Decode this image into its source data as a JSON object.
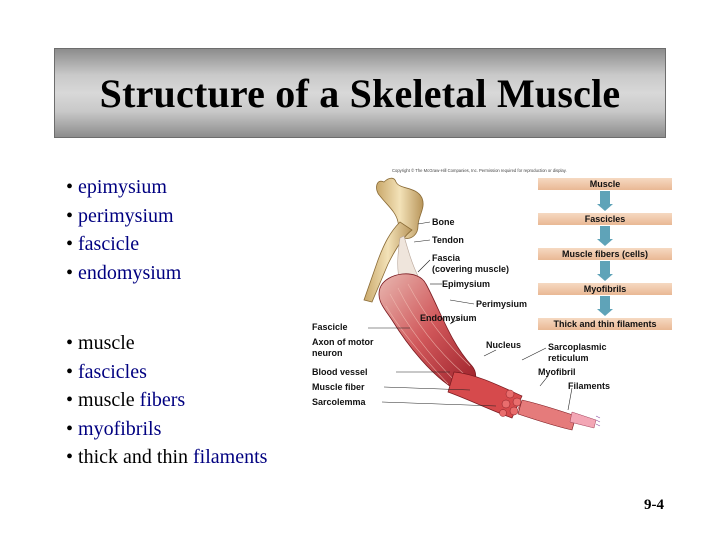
{
  "slide": {
    "title": "Structure of a Skeletal Muscle",
    "page_number": "9-4"
  },
  "bullets_top": [
    {
      "prefix": "• ",
      "text": "epimysium"
    },
    {
      "prefix": "• ",
      "text": "perimysium"
    },
    {
      "prefix": "• ",
      "text": "fascicle"
    },
    {
      "prefix": "• ",
      "text": "endomysium"
    }
  ],
  "bullets_bottom": [
    {
      "prefix": "• ",
      "lead": "",
      "text": "muscle"
    },
    {
      "prefix": "• ",
      "lead": "",
      "text": "fascicles"
    },
    {
      "prefix": "• ",
      "lead": "muscle ",
      "text": "fibers"
    },
    {
      "prefix": "• ",
      "lead": "",
      "text": "myofibrils"
    },
    {
      "prefix": "• ",
      "lead": "thick and thin ",
      "text": "filaments"
    }
  ],
  "figure": {
    "copyright": "Copyright © The McGraw-Hill Companies, Inc. Permission required for reproduction or display.",
    "hierarchy": [
      "Muscle",
      "Fascicles",
      "Muscle fibers (cells)",
      "Myofibrils",
      "Thick and thin filaments"
    ],
    "labels_right": [
      "Bone",
      "Tendon",
      "Fascia",
      "(covering muscle)",
      "Epimysium",
      "Perimysium",
      "Endomysium",
      "Nucleus",
      "Sarcoplasmic",
      "reticulum",
      "Myofibril",
      "Filaments"
    ],
    "labels_left": [
      "Fascicle",
      "Axon of motor",
      "neuron",
      "Blood vessel",
      "Muscle fiber",
      "Sarcolemma"
    ]
  },
  "colors": {
    "title_bar": "#c9c9c9",
    "bullet_blue": "#000080",
    "hierarchy_box": "#f0c9a8",
    "hierarchy_arrow": "#5fa3b8",
    "muscle_red": "#c8323a"
  }
}
